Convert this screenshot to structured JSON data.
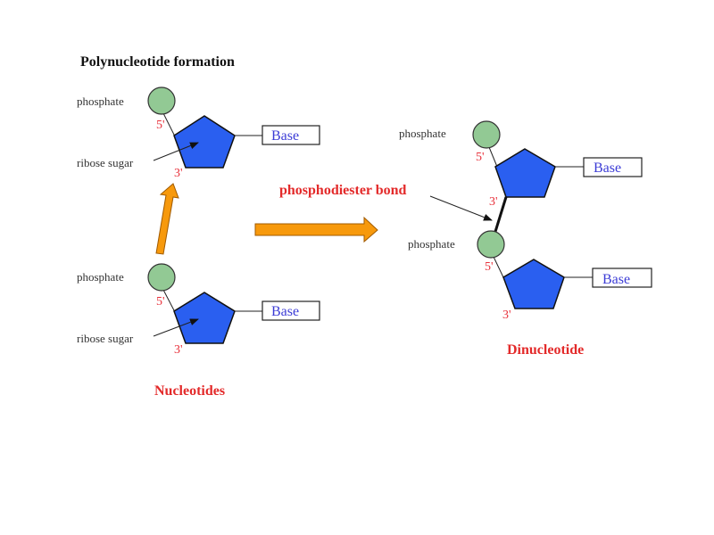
{
  "title": "Polynucleotide formation",
  "colors": {
    "phosphate_fill": "#92c994",
    "sugar_fill": "#2a5ff0",
    "arrow_fill": "#f7990c",
    "label_red": "#e32a2a",
    "base_text": "#3c3cd6"
  },
  "nucleotide_top": {
    "phosphate_label": "phosphate",
    "sugar_label": "ribose sugar",
    "five_prime": "5'",
    "three_prime": "3'",
    "base_label": "Base"
  },
  "nucleotide_bottom": {
    "phosphate_label": "phosphate",
    "sugar_label": "ribose sugar",
    "five_prime": "5'",
    "three_prime": "3'",
    "base_label": "Base"
  },
  "nucleotides_caption": "Nucleotides",
  "bond_label": "phosphodiester bond",
  "dinucleotide": {
    "upper": {
      "phosphate_label": "phosphate",
      "five_prime": "5'",
      "three_prime": "3'",
      "base_label": "Base"
    },
    "lower": {
      "phosphate_label": "phosphate",
      "five_prime": "5'",
      "three_prime": "3'",
      "base_label": "Base"
    },
    "caption": "Dinucleotide"
  }
}
